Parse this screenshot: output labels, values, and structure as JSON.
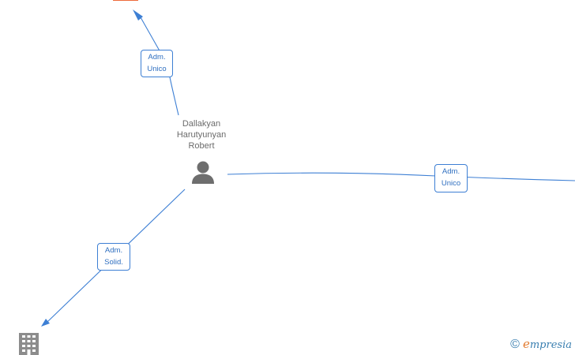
{
  "person": {
    "name": "Dallakyan\nHarutyunyan\nRobert",
    "icon": "person-icon"
  },
  "relations": [
    {
      "role": "Adm.\nUnico",
      "target": "top-company"
    },
    {
      "role": "Adm.\nUnico",
      "target": "right-company"
    },
    {
      "role": "Adm.\nSolid.",
      "target": "bottom-left-company"
    }
  ],
  "nodes": {
    "top_company_icon": "company-marker",
    "bottom_company_icon": "building-icon"
  },
  "footer": {
    "copyright": "©",
    "brand_initial": "e",
    "brand_rest": "mpresia"
  },
  "colors": {
    "edge": "#3d7fd4",
    "person_icon": "#6e6e6e",
    "company_marker": "#ee6a3a",
    "building_icon": "#8c8c8c"
  }
}
